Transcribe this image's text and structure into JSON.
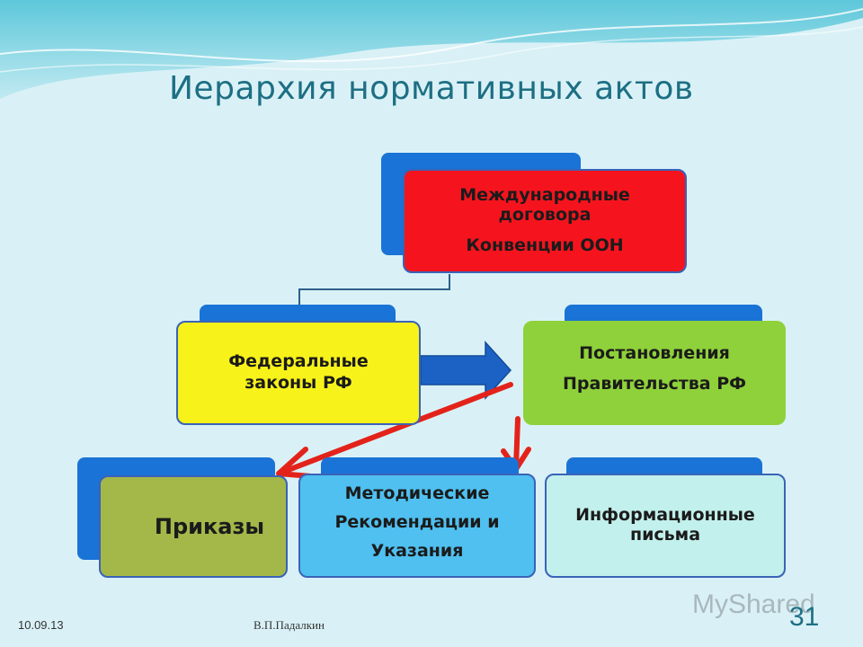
{
  "slide": {
    "title": "Иерархия нормативных актов",
    "date": "10.09.13",
    "author": "В.П.Падалкин",
    "page_number": "31",
    "watermark": "MyShared"
  },
  "nodes": {
    "international": {
      "line1": "Международные",
      "line2": "договора",
      "line3": "Конвенции ООН"
    },
    "federal_laws": {
      "line1": "Федеральные",
      "line2": "законы РФ"
    },
    "resolutions": {
      "line1": "Постановления",
      "line2": "Правительства РФ"
    },
    "orders": {
      "line1": "Приказы"
    },
    "methodical": {
      "line1": "Методические",
      "line2": "Рекомендации и",
      "line3": "Указания"
    },
    "info_letters": {
      "line1": "Информационные",
      "line2": "письма"
    }
  },
  "colors": {
    "back_blue": "#1a73d6",
    "international": "#f5141e",
    "federal_laws": "#f7f21a",
    "resolutions": "#8fd13a",
    "orders": "#a4b84a",
    "methodical": "#4fc0f0",
    "info_letters": "#c2f0ec",
    "red_arrow": "#e3231b",
    "blue_arrow": "#1b62c4"
  }
}
